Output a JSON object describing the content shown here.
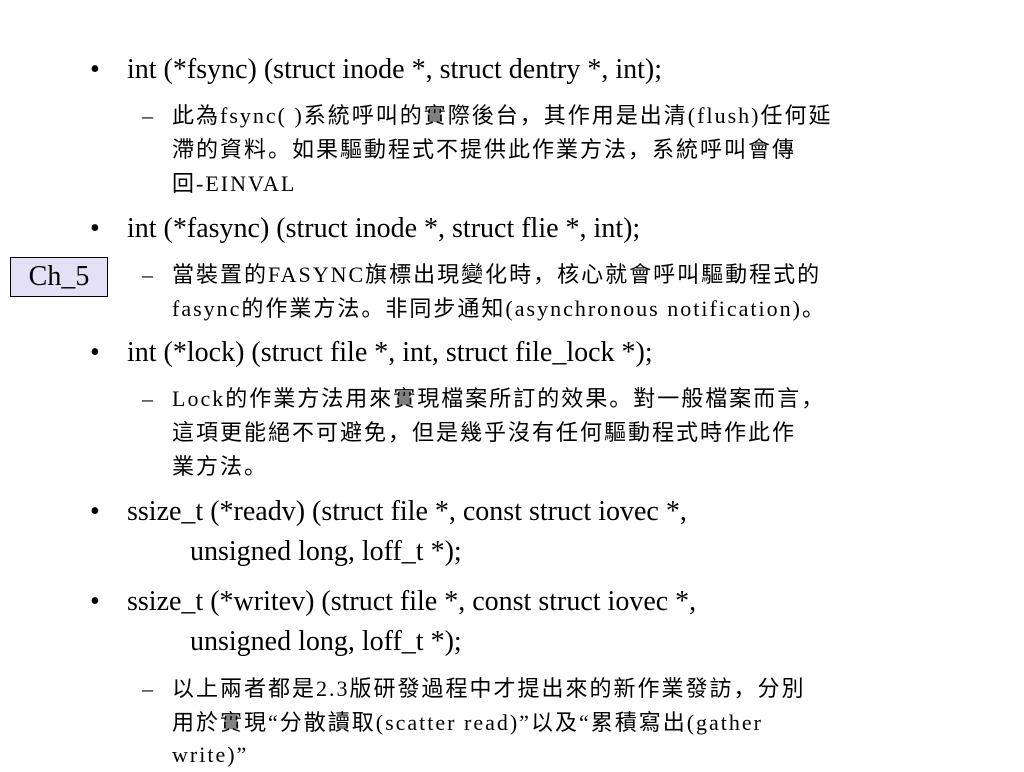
{
  "chapter_tag": "Ch_5",
  "items": [
    {
      "text": "int (*fsync) (struct inode *, struct dentry *, int);",
      "subs": [
        {
          "lines": [
            "此為fsync( )系統呼叫的實際後台，其作用是出清(flush)任何延",
            "滯的資料。如果驅動程式不提供此作業方法，系統呼叫會傳",
            "回-EINVAL"
          ]
        }
      ]
    },
    {
      "text": "int (*fasync) (struct inode *, struct flie *, int);",
      "subs": [
        {
          "lines": [
            "當裝置的FASYNC旗標出現變化時，核心就會呼叫驅動程式的",
            "fasync的作業方法。非同步通知(asynchronous notification)。"
          ]
        }
      ]
    },
    {
      "text": "int (*lock) (struct file *, int, struct file_lock *);",
      "subs": [
        {
          "lines": [
            "Lock的作業方法用來實現檔案所訂的效果。對一般檔案而言，",
            "這項更能絕不可避免，但是幾乎沒有任何驅動程式時作此作",
            "業方法。"
          ]
        }
      ]
    },
    {
      "text": "ssize_t (*readv) (struct file *, const struct iovec *,",
      "cont": "unsigned long, loff_t *);"
    },
    {
      "text": "ssize_t (*writev) (struct file *, const struct iovec *,",
      "cont": "unsigned long, loff_t *);",
      "subs": [
        {
          "lines": [
            "以上兩者都是2.3版研發過程中才提出來的新作業發訪，分別",
            "用於實現“分散讀取(scatter read)”以及“累積寫出(gather",
            "write)”"
          ]
        }
      ]
    }
  ],
  "bullet_symbol": "•",
  "dash_symbol": "–"
}
